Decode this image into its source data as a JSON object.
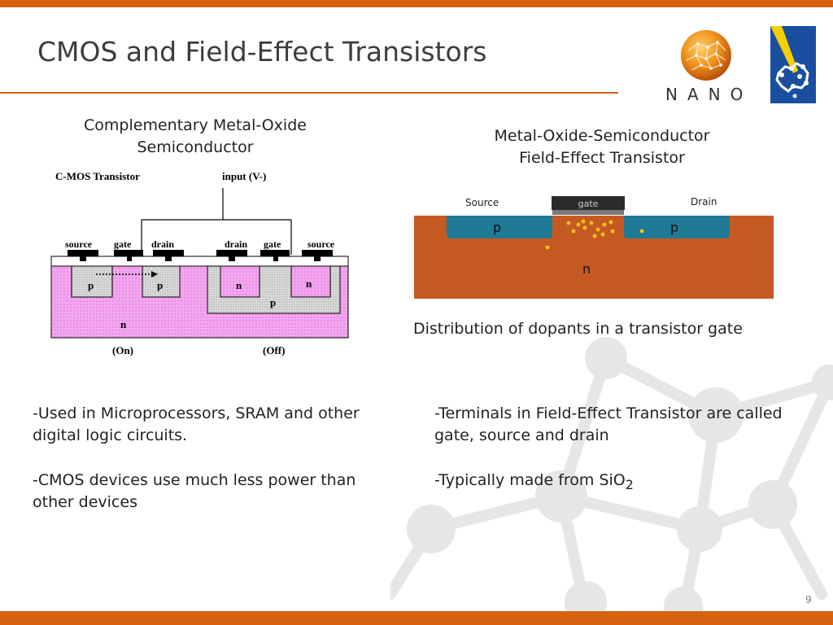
{
  "slide": {
    "title": "CMOS and Field-Effect Transistors",
    "page_number": "9"
  },
  "logos": {
    "nano_text": "NANO"
  },
  "left": {
    "heading": "Complementary Metal-Oxide Semiconductor",
    "diagram": {
      "title": "C-MOS Transistor",
      "input_label": "input (V-)",
      "labels": [
        "source",
        "gate",
        "drain",
        "drain",
        "gate",
        "source"
      ],
      "regions": [
        "p",
        "p",
        "n",
        "n",
        "p",
        "n"
      ],
      "captions": [
        "(On)",
        "(Off)"
      ]
    },
    "bullets": [
      "-Used in Microprocessors, SRAM and other digital logic circuits.",
      "-CMOS devices use much less power than other devices"
    ]
  },
  "right": {
    "heading_line1": "Metal-Oxide-Semiconductor",
    "heading_line2": "Field-Effect Transistor",
    "diagram": {
      "source": "Source",
      "gate": "gate",
      "drain": "Drain",
      "p_left": "p",
      "p_right": "p",
      "n": "n"
    },
    "caption": "Distribution of dopants in a transistor gate",
    "bullet1": "-Terminals in Field-Effect Transistor are called gate, source and drain",
    "bullet2_prefix": "-Typically made from SiO",
    "bullet2_subscript": "2"
  },
  "colors": {
    "accent_orange": "#d4620f",
    "substrate_orange": "#c45a22",
    "well_blue": "#1f7a95",
    "cmos_pink": "#f4a6f0",
    "dopant_yellow": "#f5c518"
  }
}
